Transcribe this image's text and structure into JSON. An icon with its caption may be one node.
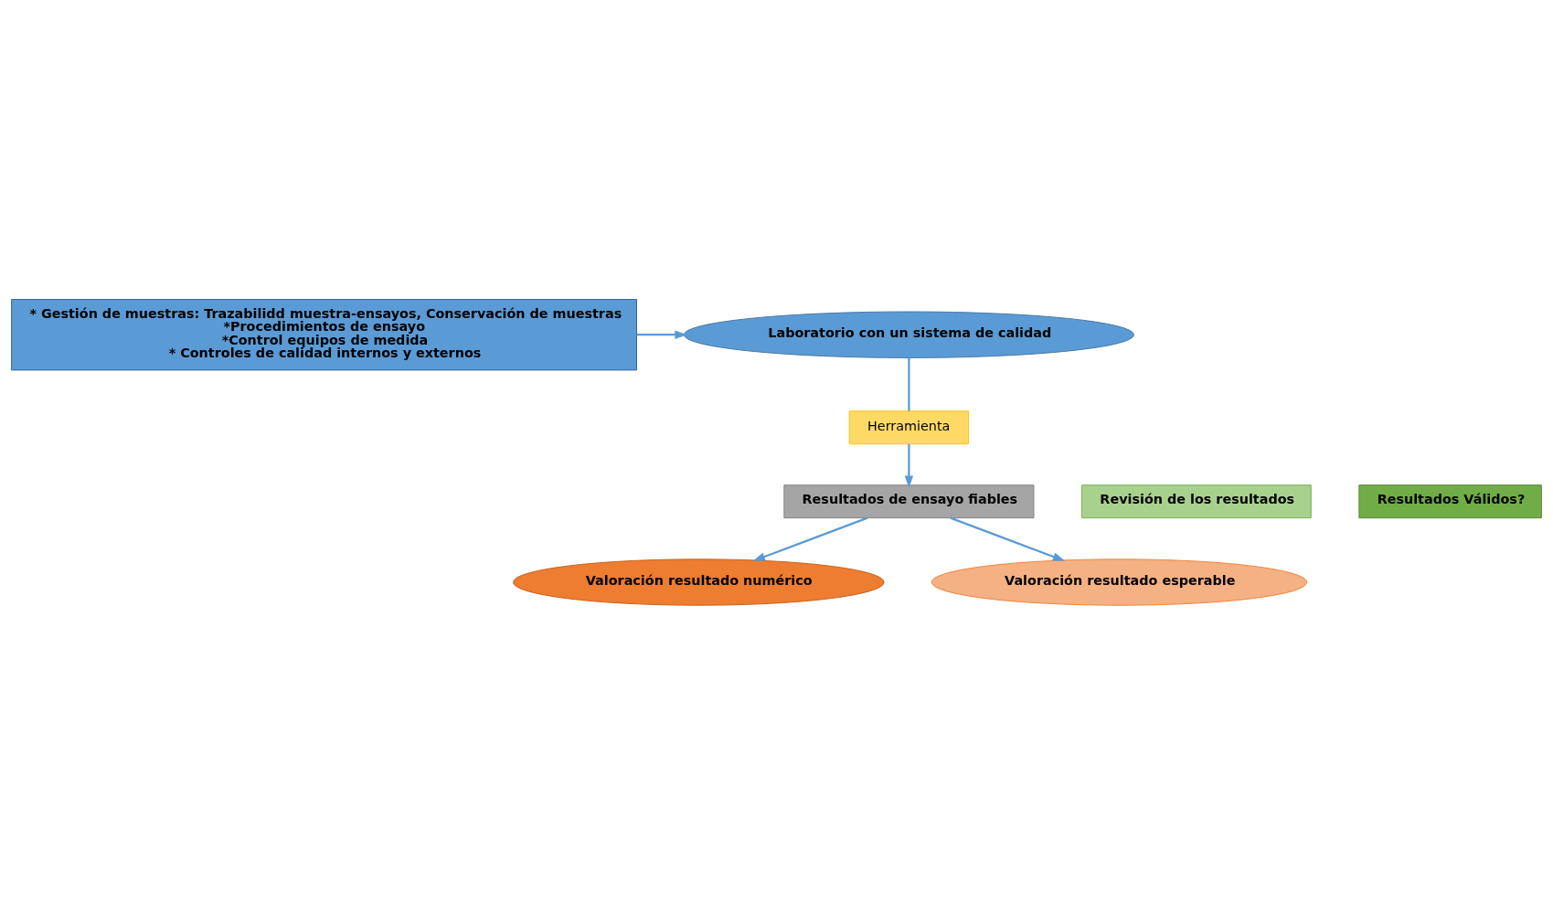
{
  "diagram": {
    "nodes": [
      {
        "text": [
          "Laboratorio con un sistema de calidad"
        ]
      },
      {
        "text": [
          "* Gestión de muestras: Trazabilidd muestra-ensayos, Conservación de muestras",
          "*Procedimientos de ensayo",
          "*Control equipos de medida",
          "* Controles de calidad internos y externos"
        ]
      },
      {
        "text": [
          "Herramienta"
        ]
      },
      {
        "text": [
          "Resultados de ensayo fiables"
        ]
      },
      {
        "text": [
          "Revisión de los resultados"
        ]
      },
      {
        "text": [
          "Resultados Válidos?"
        ]
      },
      {
        "text": [
          "Valoración resultado numérico"
        ]
      },
      {
        "text": [
          "Valoración resultado esperable"
        ]
      }
    ],
    "edges": [
      {
        "from": 1,
        "to": 0,
        "arrow": "to"
      },
      {
        "from": 0,
        "to": 2,
        "arrow": "none"
      },
      {
        "from": 2,
        "to": 3,
        "arrow": "to"
      },
      {
        "from": 3,
        "to": 6,
        "arrow": "to"
      },
      {
        "from": 3,
        "to": 7,
        "arrow": "to"
      }
    ]
  }
}
